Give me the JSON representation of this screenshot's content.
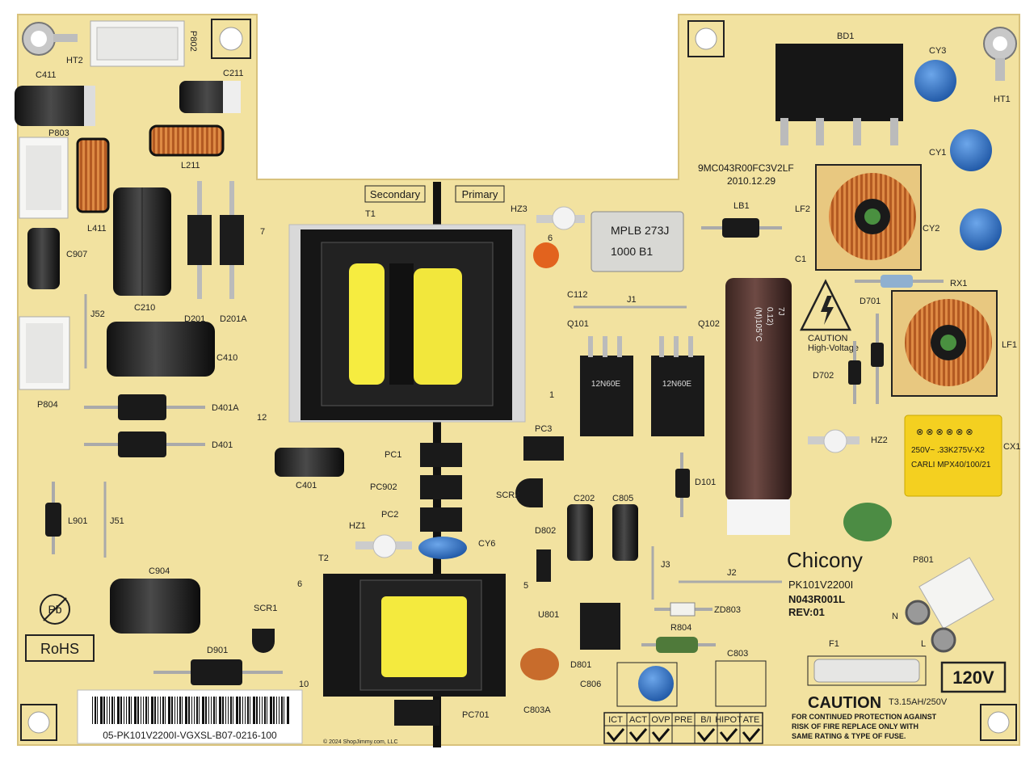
{
  "board": {
    "brand": "Chicony",
    "model": "PK101V2200I",
    "part": "N043R001L",
    "rev": "REV:01",
    "pcb_code": "9MC043R00FC3V2LF",
    "pcb_date": "2010.12.29",
    "barcode_text": "05-PK101V2200I-VGXSL-B07-0216-100",
    "copyright": "© 2024 ShopJimmy.com, LLC",
    "rohs": "RoHS",
    "pb": "Pb",
    "voltage_box": "120V",
    "fuse_rating": "T3.15AH/250V",
    "caution_title": "CAUTION",
    "caution_text": [
      "FOR CONTINUED PROTECTION AGAINST",
      "RISK OF FIRE REPLACE ONLY WITH",
      "SAME RATING & TYPE OF FUSE."
    ],
    "hv_caution": [
      "CAUTION",
      "High-Voltage"
    ],
    "secondary": "Secondary",
    "primary": "Primary",
    "film_cap": [
      "MPLB 273J",
      "1000 B1"
    ],
    "x_cap": [
      "⊗ ⊗ ⊗ ⊗ ⊗ ⊗",
      "250V~ .33K275V-X2",
      "CARLI MPX40/100/21"
    ],
    "test_headers": [
      "ICT",
      "ACT",
      "OVP",
      "PRE",
      "B/I",
      "HIPOT",
      "ATE"
    ],
    "big_cap": [
      "(M)105°C",
      "0.12)",
      "7J"
    ],
    "transistor_marks": [
      "12N60E",
      "12N60E"
    ]
  },
  "designators": {
    "bd1": "BD1",
    "cy3": "CY3",
    "ht1": "HT1",
    "cy1": "CY1",
    "cy2": "CY2",
    "lf2": "LF2",
    "lf1": "LF1",
    "rx1": "RX1",
    "d701": "D701",
    "d702": "D702",
    "hz2": "HZ2",
    "cx1": "CX1",
    "lb1": "LB1",
    "hz3": "HZ3",
    "c112": "C112",
    "j1": "J1",
    "q101": "Q101",
    "q102": "Q102",
    "t1": "T1",
    "p802": "P802",
    "ht2": "HT2",
    "c411": "C411",
    "c211": "C211",
    "p803": "P803",
    "l211": "L211",
    "l411": "L411",
    "c210": "C210",
    "d201": "D201",
    "d201a": "D201A",
    "c907": "C907",
    "j52": "J52",
    "c410": "C410",
    "p804": "P804",
    "d401a": "D401A",
    "d401": "D401",
    "c401": "C401",
    "pc1": "PC1",
    "pc902": "PC902",
    "pc2": "PC2",
    "pc3": "PC3",
    "scr2": "SCR2",
    "c202": "C202",
    "c805": "C805",
    "d802": "D802",
    "d101": "D101",
    "hz1": "HZ1",
    "cy6": "CY6",
    "l901": "L901",
    "j51": "J51",
    "c904": "C904",
    "scr1": "SCR1",
    "d901": "D901",
    "t2": "T2",
    "pc701": "PC701",
    "u801": "U801",
    "d801": "D801",
    "c803a": "C803A",
    "c806": "C806",
    "j3": "J3",
    "j2": "J2",
    "zd803": "ZD803",
    "r804": "R804",
    "c803": "C803",
    "p801": "P801",
    "f1": "F1",
    "n": "N",
    "l": "L",
    "c1": "C1"
  },
  "pin_numbers": [
    "7",
    "12",
    "6",
    "1",
    "6",
    "5",
    "10"
  ],
  "colors": {
    "pcb": "#f2e2a0",
    "pcb_dark": "#e6d28a",
    "silk": "#1e1e1e",
    "ferrite": "#1c1c1c",
    "tape_yellow": "#f6ec40",
    "copper": "#c0642a",
    "cap_blue": "#2f74c8",
    "xcap_yellow": "#f4d020"
  }
}
